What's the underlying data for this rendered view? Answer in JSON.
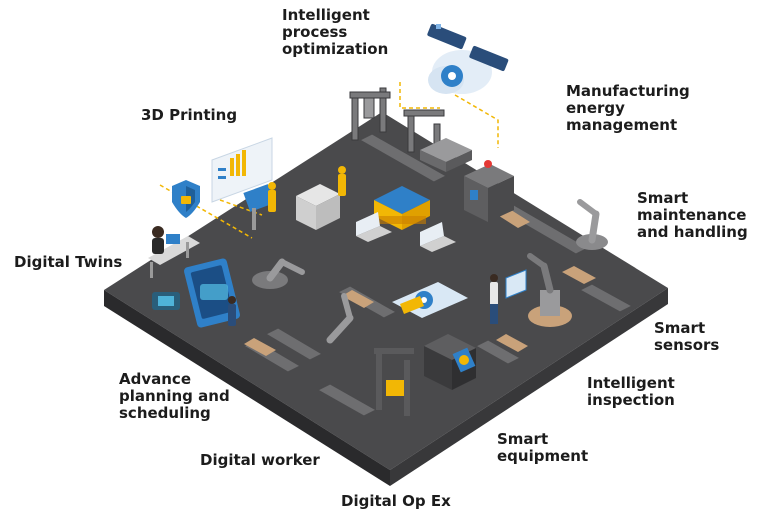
{
  "labels": {
    "intelligent_process_optimization": "Intelligent\nprocess\noptimization",
    "manufacturing_energy_management": "Manufacturing\nenergy\nmanagement",
    "printing_3d": "3D Printing",
    "smart_maintenance_handling": "Smart\nmaintenance\nand handling",
    "digital_twins": "Digital Twins",
    "smart_sensors": "Smart sensors",
    "advance_planning_scheduling": "Advance\nplanning and\nscheduling",
    "intelligent_inspection": "Intelligent\ninspection",
    "smart_equipment": "Smart\nequipment",
    "digital_worker": "Digital worker",
    "digital_op_ex": "Digital Op Ex"
  },
  "colors": {
    "floor_top": "#4a4a4c",
    "floor_left": "#2a2a2c",
    "floor_right": "#3a3a3c",
    "accent_blue": "#2f80c8",
    "accent_yellow": "#f2b705",
    "conveyor": "#6e6e70",
    "belt_wood": "#c9a27a"
  }
}
